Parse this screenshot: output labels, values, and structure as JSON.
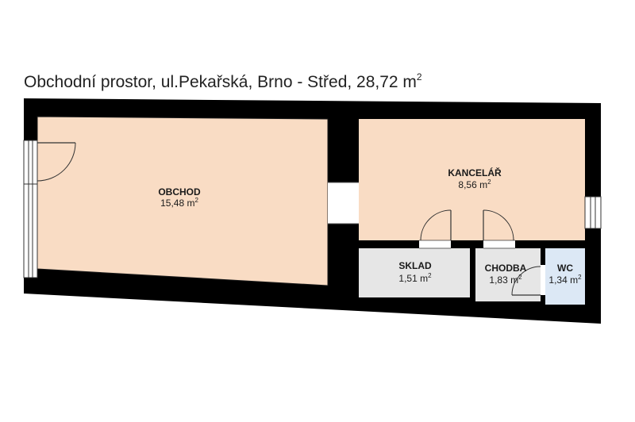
{
  "title": {
    "text": "Obchodní prostor, ul.Pekařská, Brno - Střed, 28,72 m",
    "sup": "2"
  },
  "rooms": {
    "obchod": {
      "name": "OBCHOD",
      "area": "15,48 m",
      "sup": "2"
    },
    "kancelar": {
      "name": "KANCELÁŘ",
      "area": "8,56 m",
      "sup": "2"
    },
    "sklad": {
      "name": "SKLAD",
      "area": "1,51 m",
      "sup": "2"
    },
    "chodba": {
      "name": "CHODBA",
      "area": "1,83 m",
      "sup": "2"
    },
    "wc": {
      "name": "WC",
      "area": "1,34 m",
      "sup": "2"
    }
  },
  "colors": {
    "wall": "#000000",
    "main_floor": "#f9dcc4",
    "service_floor": "#e6e6e6",
    "wc_floor": "#dce8f5"
  }
}
